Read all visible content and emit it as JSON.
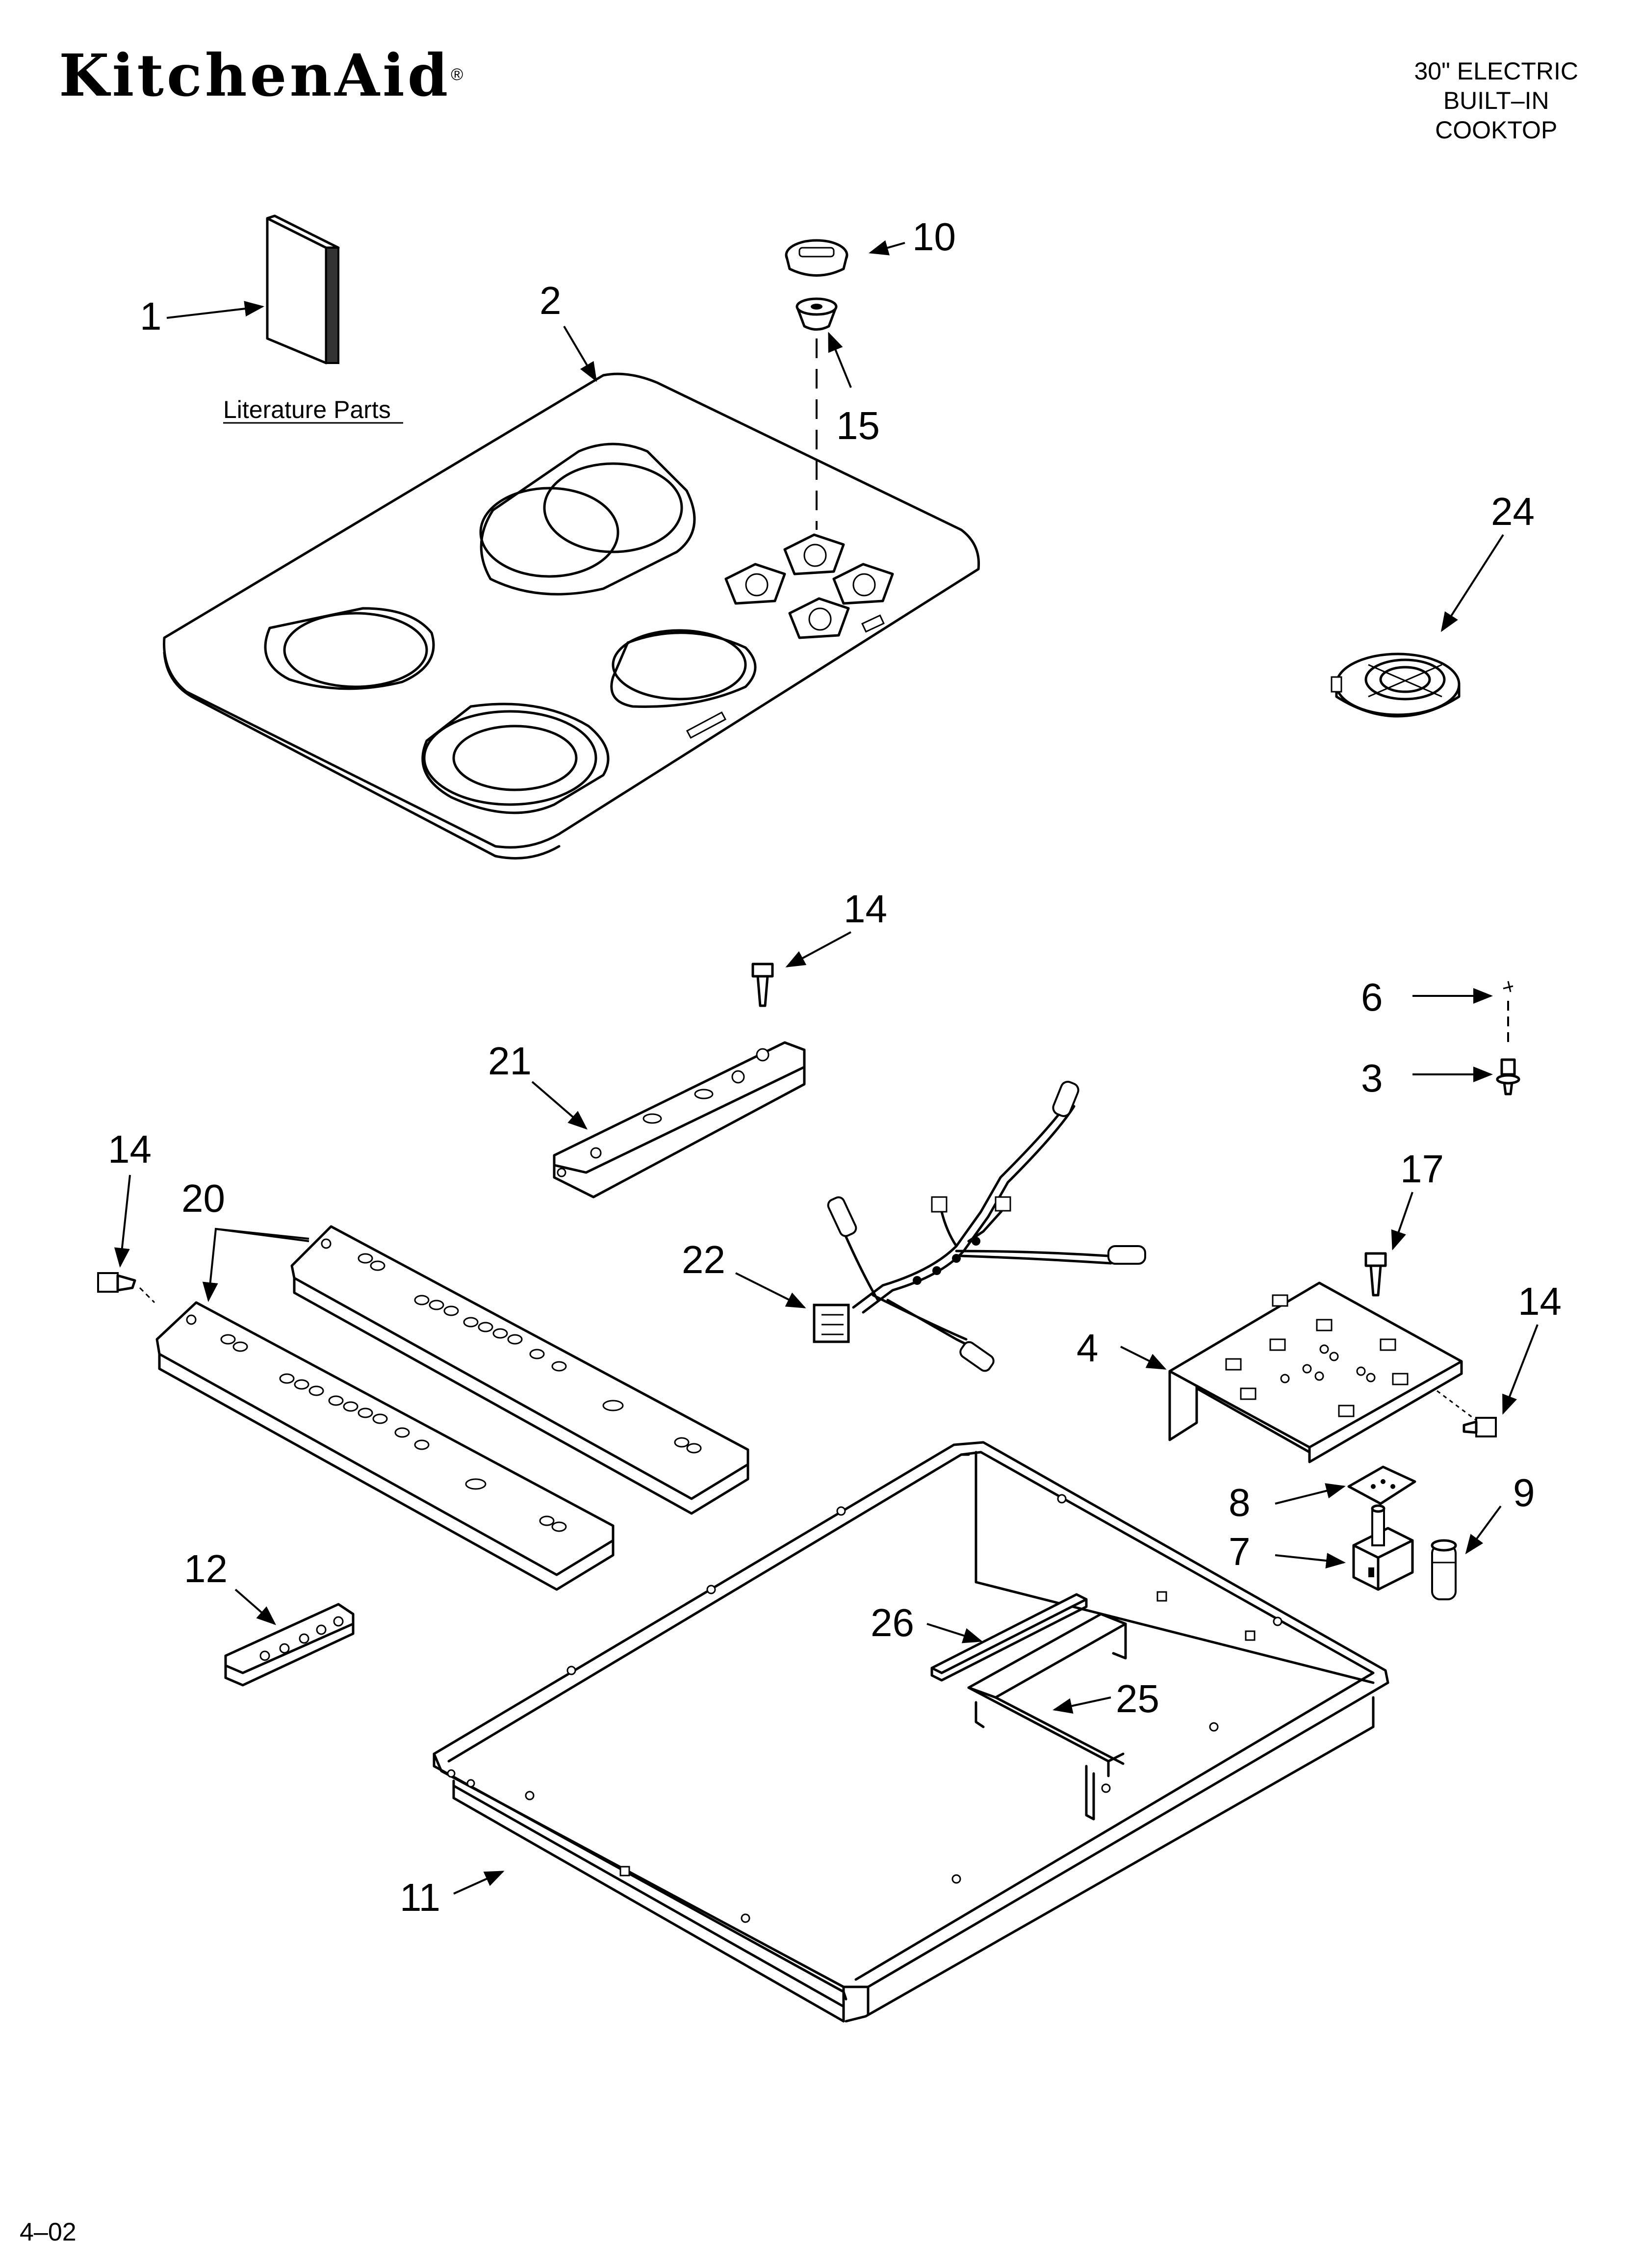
{
  "header": {
    "brand": "KitchenAid",
    "brand_mark": "®",
    "title_lines": [
      "30\" ELECTRIC",
      "BUILT–IN",
      "COOKTOP"
    ]
  },
  "literature_caption": "Literature Parts",
  "footer": {
    "date_code": "4–02"
  },
  "callouts": {
    "c1": "1",
    "c2": "2",
    "c3": "3",
    "c4": "4",
    "c6": "6",
    "c7": "7",
    "c8": "8",
    "c9": "9",
    "c10": "10",
    "c11": "11",
    "c12": "12",
    "c14a": "14",
    "c14b": "14",
    "c14c": "14",
    "c15": "15",
    "c17": "17",
    "c20": "20",
    "c21": "21",
    "c22": "22",
    "c24": "24",
    "c25": "25",
    "c26": "26"
  }
}
